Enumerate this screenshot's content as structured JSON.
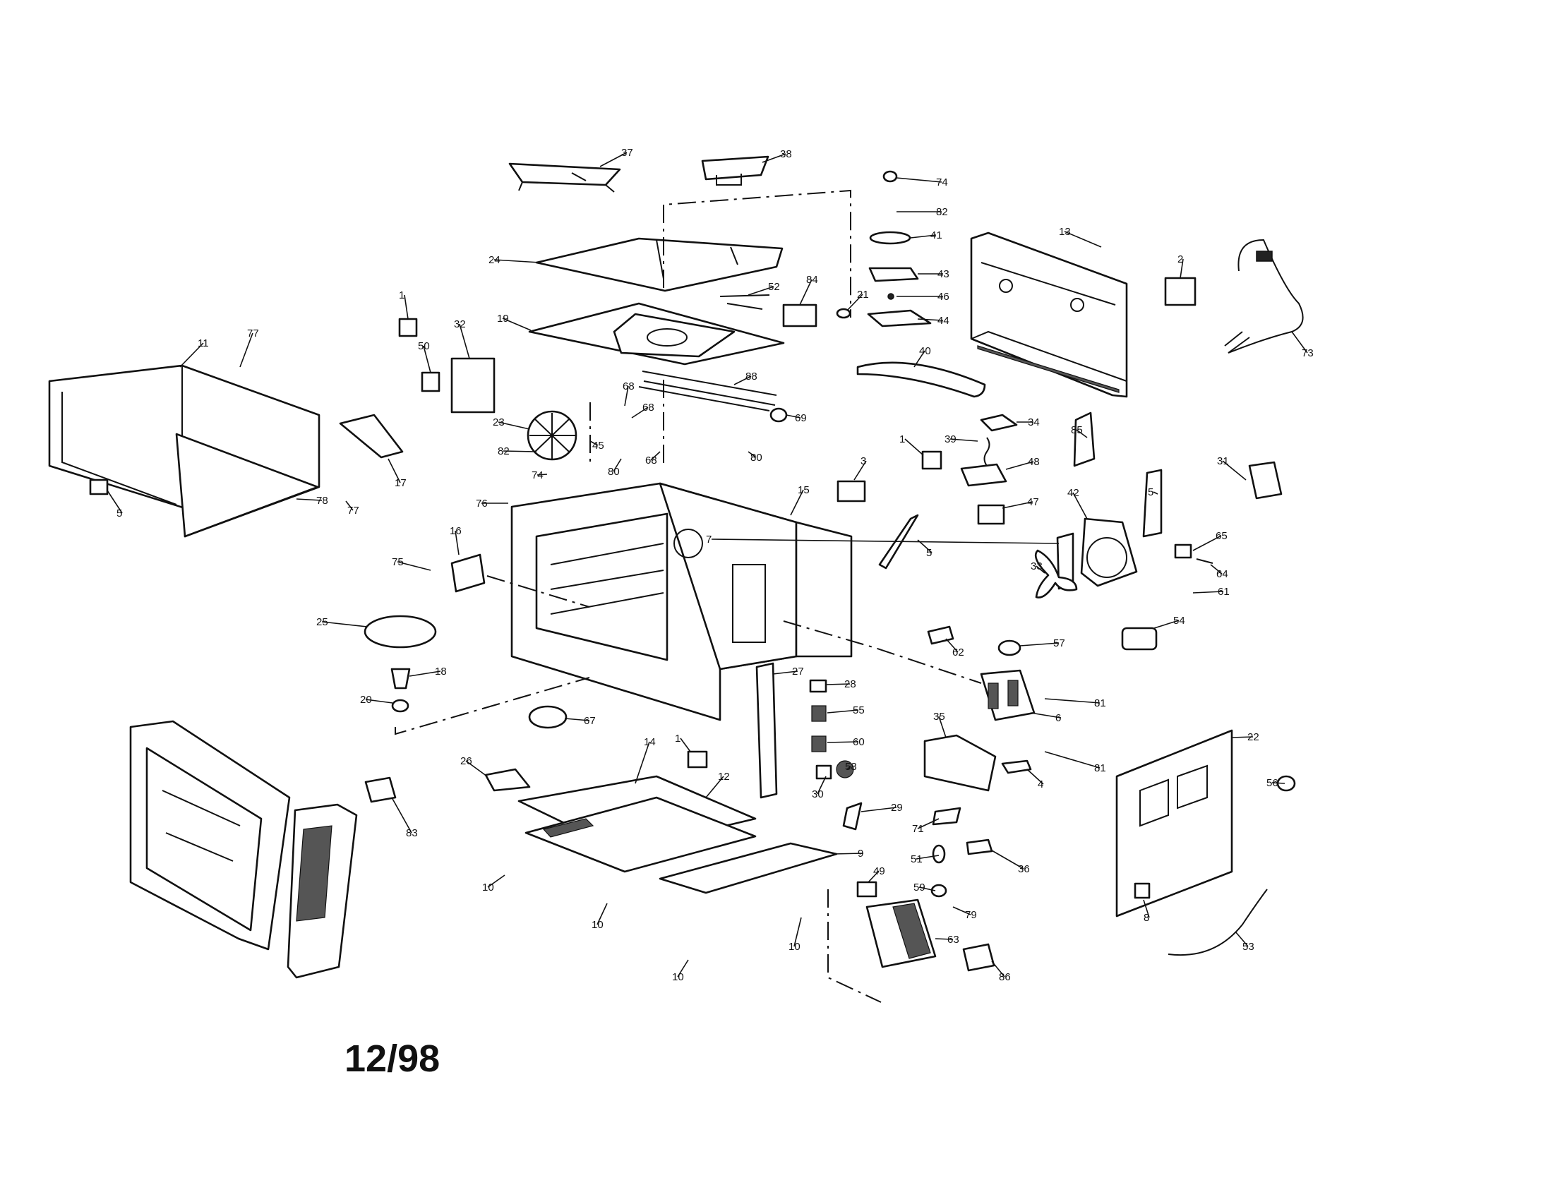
{
  "diagram": {
    "date_stamp": "12/98",
    "callouts": [
      {
        "n": "37",
        "name": "callout-37"
      },
      {
        "n": "38",
        "name": "callout-38-top"
      },
      {
        "n": "74",
        "name": "callout-74-top"
      },
      {
        "n": "82",
        "name": "callout-82-top"
      },
      {
        "n": "41",
        "name": "callout-41"
      },
      {
        "n": "13",
        "name": "callout-13"
      },
      {
        "n": "43",
        "name": "callout-43"
      },
      {
        "n": "24",
        "name": "callout-24"
      },
      {
        "n": "52",
        "name": "callout-52"
      },
      {
        "n": "84",
        "name": "callout-84-top"
      },
      {
        "n": "21",
        "name": "callout-21"
      },
      {
        "n": "46",
        "name": "callout-46-top"
      },
      {
        "n": "2",
        "name": "callout-2"
      },
      {
        "n": "44",
        "name": "callout-44"
      },
      {
        "n": "73",
        "name": "callout-73"
      },
      {
        "n": "1",
        "name": "callout-1-left"
      },
      {
        "n": "32",
        "name": "callout-32"
      },
      {
        "n": "19",
        "name": "callout-19"
      },
      {
        "n": "11",
        "name": "callout-11"
      },
      {
        "n": "77",
        "name": "callout-77-top"
      },
      {
        "n": "50",
        "name": "callout-50"
      },
      {
        "n": "40",
        "name": "callout-40"
      },
      {
        "n": "68",
        "name": "callout-68-a"
      },
      {
        "n": "88",
        "name": "callout-88"
      },
      {
        "n": "69",
        "name": "callout-69"
      },
      {
        "n": "68",
        "name": "callout-68-b"
      },
      {
        "n": "23",
        "name": "callout-23"
      },
      {
        "n": "34",
        "name": "callout-34"
      },
      {
        "n": "85",
        "name": "callout-85"
      },
      {
        "n": "17",
        "name": "callout-17"
      },
      {
        "n": "82",
        "name": "callout-82-fan"
      },
      {
        "n": "45",
        "name": "callout-45"
      },
      {
        "n": "80",
        "name": "callout-80-a"
      },
      {
        "n": "68",
        "name": "callout-68-c"
      },
      {
        "n": "80",
        "name": "callout-80-b"
      },
      {
        "n": "1",
        "name": "callout-1-mid"
      },
      {
        "n": "39",
        "name": "callout-39"
      },
      {
        "n": "48",
        "name": "callout-48"
      },
      {
        "n": "74",
        "name": "callout-74-fan"
      },
      {
        "n": "3",
        "name": "callout-3"
      },
      {
        "n": "31",
        "name": "callout-31"
      },
      {
        "n": "42",
        "name": "callout-42"
      },
      {
        "n": "5",
        "name": "callout-5-bracket-right"
      },
      {
        "n": "5",
        "name": "callout-5-left"
      },
      {
        "n": "77",
        "name": "callout-77-side"
      },
      {
        "n": "78",
        "name": "callout-78"
      },
      {
        "n": "76",
        "name": "callout-76"
      },
      {
        "n": "15",
        "name": "callout-15"
      },
      {
        "n": "47",
        "name": "callout-47"
      },
      {
        "n": "16",
        "name": "callout-16"
      },
      {
        "n": "5",
        "name": "callout-5-bracket-mid"
      },
      {
        "n": "7",
        "name": "callout-7"
      },
      {
        "n": "65",
        "name": "callout-65"
      },
      {
        "n": "75",
        "name": "callout-75"
      },
      {
        "n": "64",
        "name": "callout-64"
      },
      {
        "n": "33",
        "name": "callout-33"
      },
      {
        "n": "61",
        "name": "callout-61-fan"
      },
      {
        "n": "25",
        "name": "callout-25"
      },
      {
        "n": "54",
        "name": "callout-54"
      },
      {
        "n": "62",
        "name": "callout-62"
      },
      {
        "n": "57",
        "name": "callout-57"
      },
      {
        "n": "18",
        "name": "callout-18"
      },
      {
        "n": "27",
        "name": "callout-27"
      },
      {
        "n": "28",
        "name": "callout-28"
      },
      {
        "n": "81",
        "name": "callout-81-top"
      },
      {
        "n": "20",
        "name": "callout-20"
      },
      {
        "n": "67",
        "name": "callout-67"
      },
      {
        "n": "55",
        "name": "callout-55"
      },
      {
        "n": "6",
        "name": "callout-6"
      },
      {
        "n": "60",
        "name": "callout-60"
      },
      {
        "n": "35",
        "name": "callout-35"
      },
      {
        "n": "22",
        "name": "callout-22"
      },
      {
        "n": "81",
        "name": "callout-81-bottom"
      },
      {
        "n": "14",
        "name": "callout-14"
      },
      {
        "n": "1",
        "name": "callout-1-bottom"
      },
      {
        "n": "26",
        "name": "callout-26"
      },
      {
        "n": "12",
        "name": "callout-12"
      },
      {
        "n": "58",
        "name": "callout-58"
      },
      {
        "n": "4",
        "name": "callout-4"
      },
      {
        "n": "56",
        "name": "callout-56"
      },
      {
        "n": "30",
        "name": "callout-30"
      },
      {
        "n": "29",
        "name": "callout-29"
      },
      {
        "n": "83",
        "name": "callout-83"
      },
      {
        "n": "71",
        "name": "callout-71"
      },
      {
        "n": "9",
        "name": "callout-9"
      },
      {
        "n": "51",
        "name": "callout-51"
      },
      {
        "n": "36",
        "name": "callout-36-bottom"
      },
      {
        "n": "49",
        "name": "callout-49"
      },
      {
        "n": "10",
        "name": "callout-10-a"
      },
      {
        "n": "59",
        "name": "callout-59"
      },
      {
        "n": "79",
        "name": "callout-79"
      },
      {
        "n": "8",
        "name": "callout-8"
      },
      {
        "n": "10",
        "name": "callout-10-b"
      },
      {
        "n": "10",
        "name": "callout-10-c"
      },
      {
        "n": "63",
        "name": "callout-63"
      },
      {
        "n": "53",
        "name": "callout-53"
      },
      {
        "n": "10",
        "name": "callout-10-d"
      },
      {
        "n": "86",
        "name": "callout-86"
      }
    ]
  }
}
